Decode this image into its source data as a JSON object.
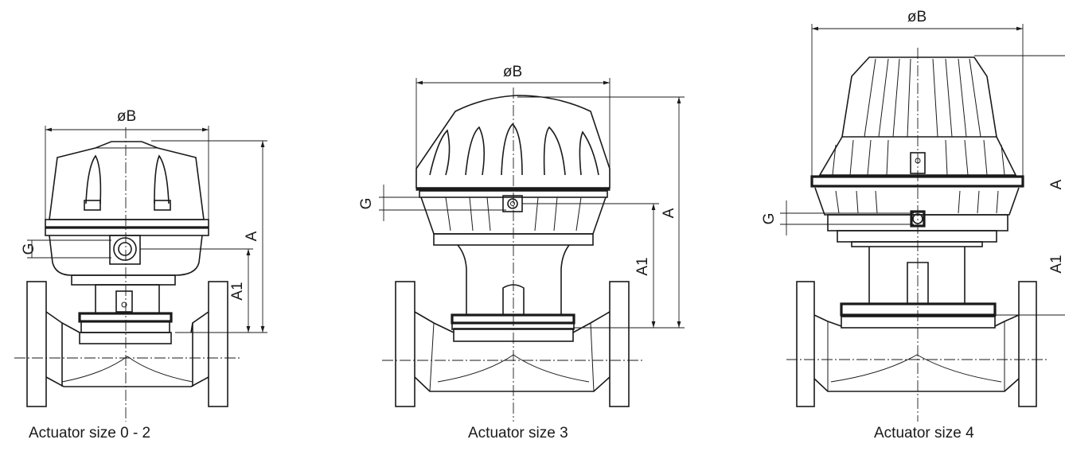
{
  "drawings": [
    {
      "id": "size-0-2",
      "caption": "Actuator size 0 - 2",
      "dims": {
        "diameter": "øB",
        "height": "A",
        "height_to_port": "A1",
        "port": "G"
      }
    },
    {
      "id": "size-3",
      "caption": "Actuator size 3",
      "dims": {
        "diameter": "øB",
        "height": "A",
        "height_to_port": "A1",
        "port": "G"
      }
    },
    {
      "id": "size-4",
      "caption": "Actuator size 4",
      "dims": {
        "diameter": "øB",
        "height": "A",
        "height_to_port": "A1",
        "port": "G"
      }
    }
  ]
}
